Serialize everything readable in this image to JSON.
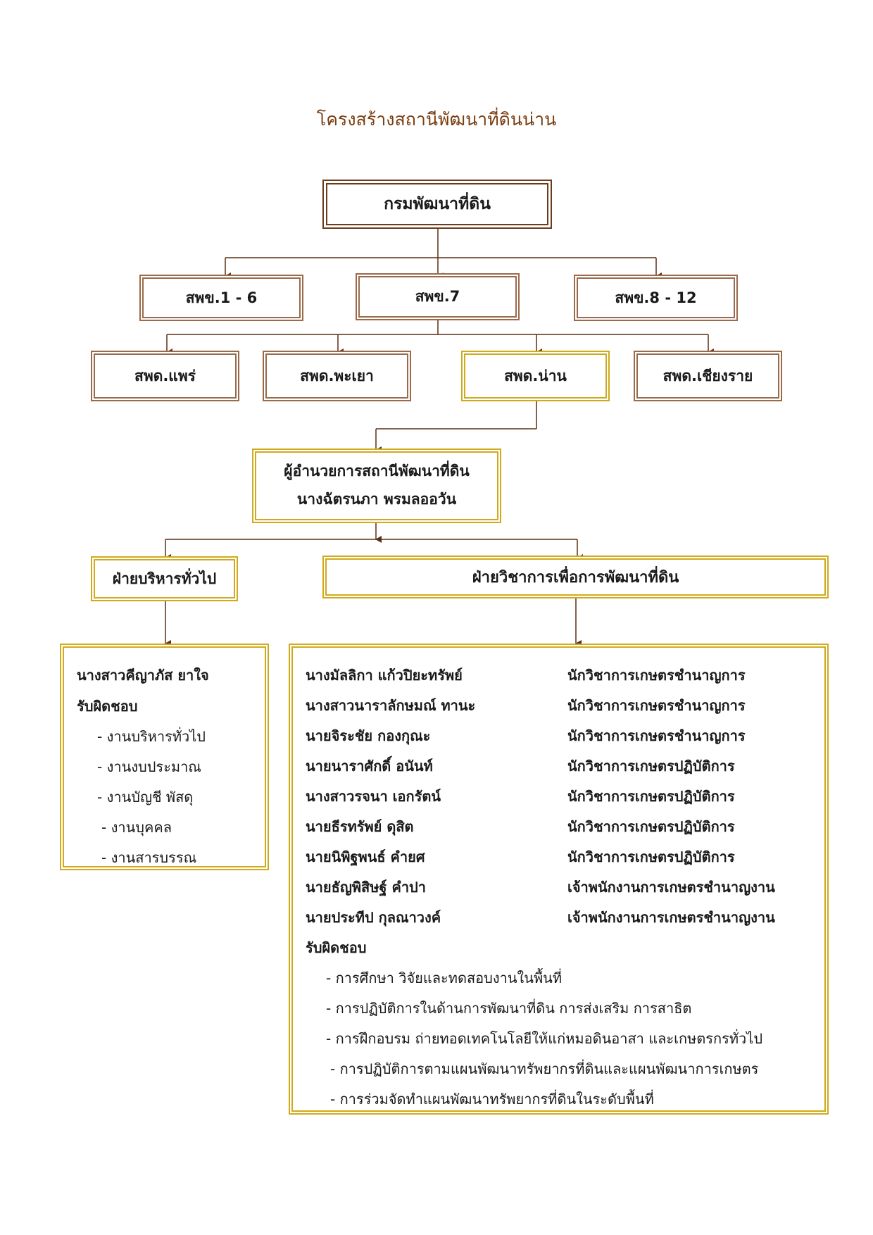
{
  "title": "โครงสร้างสถานีพัฒนาที่ดินน่าน",
  "root": "กรมพัฒนาที่ดิน",
  "regions": [
    "สพข.1 - 6",
    "สพข.7",
    "สพข.8 - 12"
  ],
  "stations": [
    "สพด.แพร่",
    "สพด.พะเยา",
    "สพด.น่าน",
    "สพด.เชียงราย"
  ],
  "director": {
    "position": "ผู้อำนวยการสถานีพัฒนาที่ดิน",
    "name": "นางฉัตรนภา พรมลออวัน"
  },
  "divisions": {
    "admin": "ฝ่ายบริหารทั่วไป",
    "technical": "ฝ่ายวิชาการเพื่อการพัฒนาที่ดิน"
  },
  "admin_panel": {
    "person": "นางสาวคีญาภัส  ยาใจ",
    "resp_label": "รับผิดชอบ",
    "duties": [
      "- งานบริหารทั่วไป",
      "- งานงบประมาณ",
      "- งานบัญชี พัสดุ",
      "- งานบุคคล",
      "- งานสารบรรณ"
    ]
  },
  "technical_panel": {
    "staff": [
      {
        "name": "นางมัลลิกา แก้วปิยะทรัพย์",
        "title": "นักวิชาการเกษตรชำนาญการ"
      },
      {
        "name": "นางสาวนาราลักษมณ์ ทานะ",
        "title": "นักวิชาการเกษตรชำนาญการ"
      },
      {
        "name": "นายจิระชัย กองกุณะ",
        "title": "นักวิชาการเกษตรชำนาญการ"
      },
      {
        "name": "นายนาราศักดิ์ อนันท์",
        "title": "นักวิชาการเกษตรปฏิบัติการ"
      },
      {
        "name": "นางสาวรจนา เอกรัตน์",
        "title": "นักวิชาการเกษตรปฏิบัติการ"
      },
      {
        "name": "นายธีรทรัพย์ ดุสิต",
        "title": "นักวิชาการเกษตรปฏิบัติการ"
      },
      {
        "name": "นายนิพิฐพนธ์ คำยศ",
        "title": "นักวิชาการเกษตรปฏิบัติการ"
      },
      {
        "name": "นายธัญพิสิษฐ์ คำปา",
        "title": "เจ้าพนักงานการเกษตรชำนาญงาน"
      },
      {
        "name": "นายประทีป กุลณาวงค์",
        "title": "เจ้าพนักงานการเกษตรชำนาญงาน"
      }
    ],
    "resp_label": "รับผิดชอบ",
    "duties": [
      "- การศึกษา วิจัยและทดสอบงานในพื้นที่",
      "- การปฏิบัติการในด้านการพัฒนาที่ดิน การส่งเสริม การสาธิต",
      "- การฝึกอบรม ถ่ายทอดเทคโนโลยีให้แก่หมอดินอาสา และเกษตรกรทั่วไป",
      "- การปฏิบัติการตามแผนพัฒนาทรัพยากรที่ดินและแผนพัฒนาการเกษตร",
      "- การร่วมจัดทำแผนพัฒนาทรัพยากรที่ดินในระดับพื้นที่"
    ]
  }
}
